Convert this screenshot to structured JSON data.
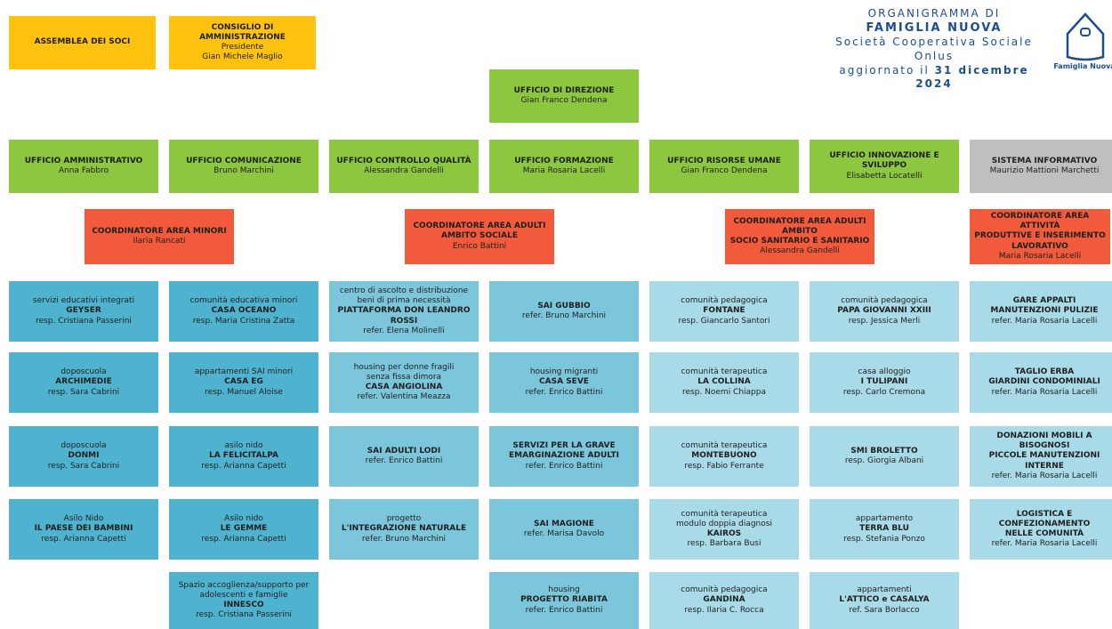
{
  "header": {
    "line1": "ORGANIGRAMMA DI",
    "line2": "FAMIGLIA NUOVA",
    "line3": "Società Cooperativa Sociale Onlus",
    "line4_prefix": "aggiornato il ",
    "line4_date": "31 dicembre 2024",
    "logo_caption": "Famiglia Nuova"
  },
  "top": {
    "assemblea": "ASSEMBLEA DEI SOCI",
    "consiglio_title": "CONSIGLIO DI AMMINISTRAZIONE",
    "consiglio_role": "Presidente",
    "consiglio_name": "Gian Michele Maglio",
    "direzione_title": "UFFICIO DI DIREZIONE",
    "direzione_name": "Gian Franco Dendena"
  },
  "offices": [
    {
      "title": "UFFICIO AMMINISTRATIVO",
      "name": "Anna Fabbro"
    },
    {
      "title": "UFFICIO COMUNICAZIONE",
      "name": "Bruno Marchini"
    },
    {
      "title": "UFFICIO CONTROLLO QUALITÀ",
      "name": "Alessandra Gandelli"
    },
    {
      "title": "UFFICIO FORMAZIONE",
      "name": "Maria Rosaria Lacelli"
    },
    {
      "title": "UFFICIO RISORSE UMANE",
      "name": "Gian Franco Dendena"
    },
    {
      "title": "UFFICIO INNOVAZIONE E SVILUPPO",
      "name": "Elisabetta Locatelli"
    },
    {
      "title": "SISTEMA INFORMATIVO",
      "name": "Maurizio Mattioni Marchetti"
    }
  ],
  "coordinators": [
    {
      "title": "COORDINATORE AREA MINORI",
      "name": "Ilaria Rancati"
    },
    {
      "title": "COORDINATORE AREA ADULTI\nAMBITO SOCIALE",
      "name": "Enrico Battini"
    },
    {
      "title": "COORDINATORE AREA ADULTI AMBITO\nSOCIO SANITARIO E SANITARIO",
      "name": "Alessandra Gandelli"
    },
    {
      "title": "COORDINATORE AREA ATTIVITÀ\nPRODUTTIVE E INSERIMENTO\nLAVORATIVO",
      "name": "Maria Rosaria Lacelli"
    }
  ],
  "services": {
    "c1": [
      {
        "l1": "servizi educativi integrati",
        "l2": "GEYSER",
        "l3": "resp. Cristiana Passerini"
      },
      {
        "l1": "doposcuola",
        "l2": "ARCHIMEDIE",
        "l3": "resp. Sara Cabrini"
      },
      {
        "l1": "doposcuola",
        "l2": "DONMI",
        "l3": "resp. Sara Cabrini"
      },
      {
        "l1": "Asilo Nido",
        "l2": "IL PAESE DEI BAMBINI",
        "l3": "resp. Arianna Capetti"
      }
    ],
    "c2": [
      {
        "l1": "comunità educativa minori",
        "l2": "CASA OCEANO",
        "l3": "resp. Maria Cristina Zatta"
      },
      {
        "l1": "appartamenti SAI minori",
        "l2": "CASA EG",
        "l3": "resp. Manuel Aloise"
      },
      {
        "l1": "asilo nido",
        "l2": "LA FELICITALPA",
        "l3": "resp. Arianna Capetti"
      },
      {
        "l1": "Asilo nido",
        "l2": "LE GEMME",
        "l3": "resp. Arianna Capetti"
      },
      {
        "l1": "Spazio accoglienza/supporto per\nadolescenti e famiglie",
        "l2": "INNESCO",
        "l3": "resp. Cristiana Passerini"
      }
    ],
    "c3": [
      {
        "l1": "centro di ascolto e distribuzione\nbeni di prima necessità",
        "l2": "PIATTAFORMA DON LEANDRO ROSSI",
        "l3": "refer. Elena Molinelli"
      },
      {
        "l1": "housing per donne fragili\nsenza fissa dimora",
        "l2": "CASA ANGIOLINA",
        "l3": "refer. Valentina Meazza"
      },
      {
        "l1": "",
        "l2": "SAI ADULTI LODI",
        "l3": "refer. Enrico Battini"
      },
      {
        "l1": "progetto",
        "l2": "L'INTEGRAZIONE NATURALE",
        "l3": "refer. Bruno Marchini"
      }
    ],
    "c4": [
      {
        "l1": "",
        "l2": "SAI GUBBIO",
        "l3": "refer. Bruno Marchini"
      },
      {
        "l1": "housing migranti",
        "l2": "CASA SEVE",
        "l3": "refer. Enrico Battini"
      },
      {
        "l1": "",
        "l2": "SERVIZI PER LA GRAVE\nEMARGINAZIONE ADULTI",
        "l3": "refer. Enrico Battini"
      },
      {
        "l1": "",
        "l2": "SAI MAGIONE",
        "l3": "refer. Marisa Davolo"
      },
      {
        "l1": "housing",
        "l2": "PROGETTO RIABITA",
        "l3": "refer. Enrico Battini"
      }
    ],
    "c5": [
      {
        "l1": "comunità pedagogica",
        "l2": "FONTANE",
        "l3": "resp. Giancarlo Santori"
      },
      {
        "l1": "comunità terapeutica",
        "l2": "LA COLLINA",
        "l3": "resp. Noemi Chiappa"
      },
      {
        "l1": "comunità terapeutica",
        "l2": "MONTEBUONO",
        "l3": "resp. Fabio Ferrante"
      },
      {
        "l1": "comunità terapeutica\nmodulo doppia diagnosi",
        "l2": "KAIROS",
        "l3": "resp. Barbara Busi"
      },
      {
        "l1": "comunità pedagogica",
        "l2": "GANDINA",
        "l3": "resp. Ilaria C. Rocca"
      }
    ],
    "c6": [
      {
        "l1": "comunità pedagogica",
        "l2": "PAPA GIOVANNI XXIII",
        "l3": "resp. Jessica Merli"
      },
      {
        "l1": "casa alloggio",
        "l2": "I TULIPANI",
        "l3": "resp. Carlo Cremona"
      },
      {
        "l1": "",
        "l2": "SMI BROLETTO",
        "l3": "resp. Giorgia Albani"
      },
      {
        "l1": "appartamento",
        "l2": "TERRA BLU",
        "l3": "resp. Stefania Ponzo"
      },
      {
        "l1": "appartamenti",
        "l2": "L'ATTICO e CASALYA",
        "l3": "ref. Sara Borlacco"
      }
    ],
    "c7": [
      {
        "l1": "",
        "l2": "GARE APPALTI\nMANUTENZIONI PULIZIE",
        "l3": "refer. Maria Rosaria Lacelli"
      },
      {
        "l1": "",
        "l2": "TAGLIO ERBA\nGIARDINI CONDOMINIALI",
        "l3": "refer. Maria Rosaria Lacelli"
      },
      {
        "l1": "",
        "l2": "DONAZIONI MOBILI A BISOGNOSI\nPICCOLE MANUTENZIONI INTERNE",
        "l3": "refer. Maria Rosaria Lacelli"
      },
      {
        "l1": "",
        "l2": "LOGISTICA E CONFEZIONAMENTO\nNELLE COMUNITÀ",
        "l3": "refer. Maria Rosaria Lacelli"
      }
    ]
  }
}
